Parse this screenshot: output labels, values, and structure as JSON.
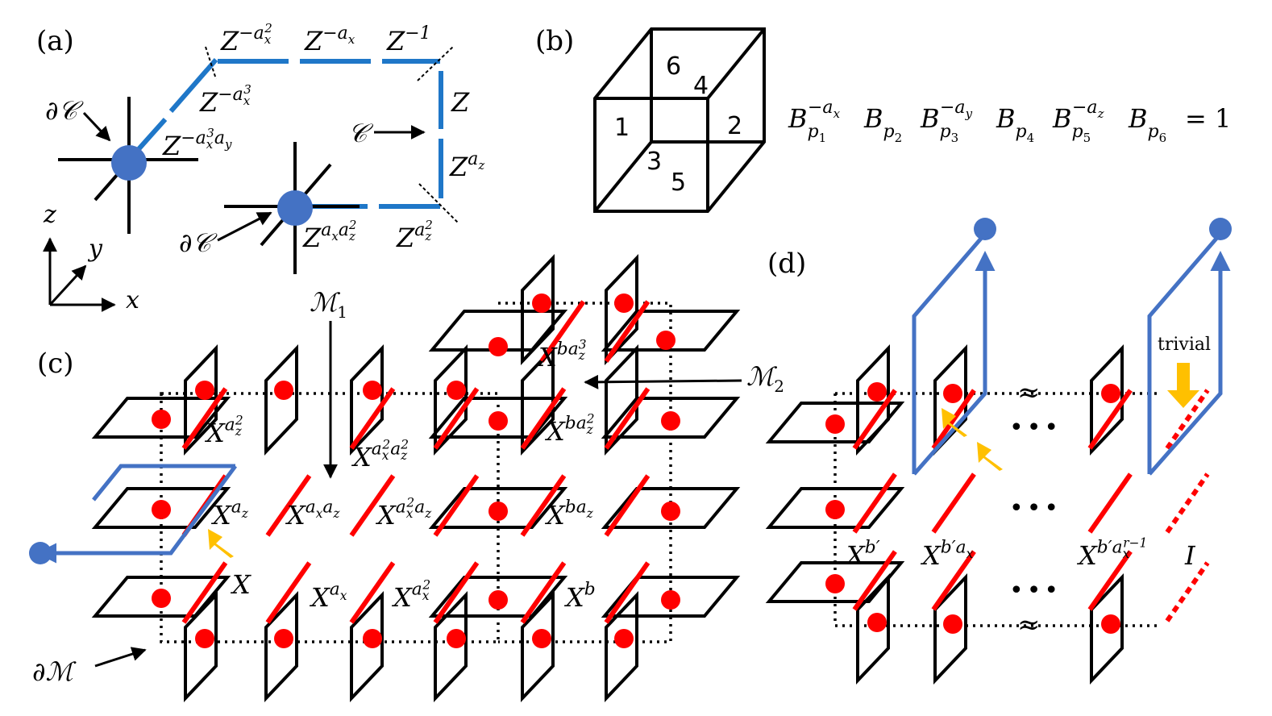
{
  "panels": {
    "a": "(a)",
    "b": "(b)",
    "c": "(c)",
    "d": "(d)"
  },
  "panel_a": {
    "boundary_label_top": "∂𝒞",
    "boundary_label_bottom": "∂𝒞",
    "curve_label": "𝒞",
    "z_top1": "Z",
    "z_top1_exp": "−a",
    "z_top1_sub": "x",
    "z_top1_sup": "2",
    "z_top2": "Z",
    "z_top2_exp": "−a",
    "z_top2_sub": "x",
    "z_top3": "Z",
    "z_top3_exp": "−1",
    "z_diag": "Z",
    "z_diag_exp": "−a",
    "z_diag_sub": "x",
    "z_diag_sup": "3",
    "z_diag2": "Z",
    "z_diag2_exp": "−a",
    "z_diag2_sub1": "x",
    "z_diag2_sup1": "3",
    "z_diag2_a": "a",
    "z_diag2_sub2": "y",
    "z_right": "Z",
    "z_right2": "Z",
    "z_right2_exp": "a",
    "z_right2_sub": "z",
    "z_bot1": "Z",
    "z_bot1_exp": "a",
    "z_bot1_sub1": "x",
    "z_bot1_a": "a",
    "z_bot1_sub2": "z",
    "z_bot1_sup2": "2",
    "z_bot2": "Z",
    "z_bot2_exp": "a",
    "z_bot2_sub": "z",
    "z_bot2_sup": "2",
    "axis_x": "x",
    "axis_y": "y",
    "axis_z": "z"
  },
  "panel_b": {
    "faces": [
      "1",
      "2",
      "3",
      "4",
      "5",
      "6"
    ],
    "equation": {
      "B": "B",
      "terms": [
        {
          "sub": "p",
          "subsub": "1",
          "sup": "−a",
          "supsub": "x"
        },
        {
          "sub": "p",
          "subsub": "2",
          "sup": "",
          "supsub": ""
        },
        {
          "sub": "p",
          "subsub": "3",
          "sup": "−a",
          "supsub": "y"
        },
        {
          "sub": "p",
          "subsub": "4",
          "sup": "",
          "supsub": ""
        },
        {
          "sub": "p",
          "subsub": "5",
          "sup": "−a",
          "supsub": "z"
        },
        {
          "sub": "p",
          "subsub": "6",
          "sup": "",
          "supsub": ""
        }
      ],
      "rhs": "= 1"
    }
  },
  "panel_c": {
    "M1": "ℳ",
    "M1_sub": "1",
    "M2": "ℳ",
    "M2_sub": "2",
    "dM": "∂ℳ",
    "X": "X",
    "labels": {
      "row1_a": {
        "base": "X",
        "exp": "a",
        "esub": "z",
        "esup": "2"
      },
      "row1_b": {
        "base": "X",
        "exp": "a",
        "esub": "x",
        "esup": "2",
        "exp2": "a",
        "esub2": "z",
        "esup2": "2"
      },
      "row1_c": {
        "base": "X",
        "exp": "ba",
        "esub": "z",
        "esup": "2"
      },
      "top_c": {
        "base": "X",
        "exp": "ba",
        "esub": "z",
        "esup": "3"
      },
      "row2_a": {
        "base": "X",
        "exp": "a",
        "esub": "z"
      },
      "row2_b": {
        "base": "X",
        "exp": "a",
        "esub": "x",
        "exp2": "a",
        "esub2": "z"
      },
      "row2_c": {
        "base": "X",
        "exp": "a",
        "esub": "x",
        "esup": "2",
        "exp2": "a",
        "esub2": "z"
      },
      "row2_d": {
        "base": "X",
        "exp": "ba",
        "esub": "z"
      },
      "row3_a": {
        "base": "X"
      },
      "row3_b": {
        "base": "X",
        "exp": "a",
        "esub": "x"
      },
      "row3_c": {
        "base": "X",
        "exp": "a",
        "esub": "x",
        "esup": "2"
      },
      "row3_d": {
        "base": "X",
        "exp": "b"
      }
    }
  },
  "panel_d": {
    "trivial": "trivial",
    "approx_top": "≈",
    "approx_bot": "≈",
    "ellipsis": "•••",
    "labels": {
      "l1": {
        "base": "X",
        "exp": "b′"
      },
      "l2": {
        "base": "X",
        "exp": "b′a",
        "esub": "x"
      },
      "l3": {
        "base": "X",
        "exp": "b′a",
        "esub": "x",
        "esup": "r−1"
      },
      "l4": {
        "base": "I"
      }
    }
  },
  "colors": {
    "blue_line": "#4472C4",
    "blue_segment": "#1F77C8",
    "red": "#FF0000",
    "yellow_arrow": "#FFC000",
    "node": "#4472C4"
  }
}
